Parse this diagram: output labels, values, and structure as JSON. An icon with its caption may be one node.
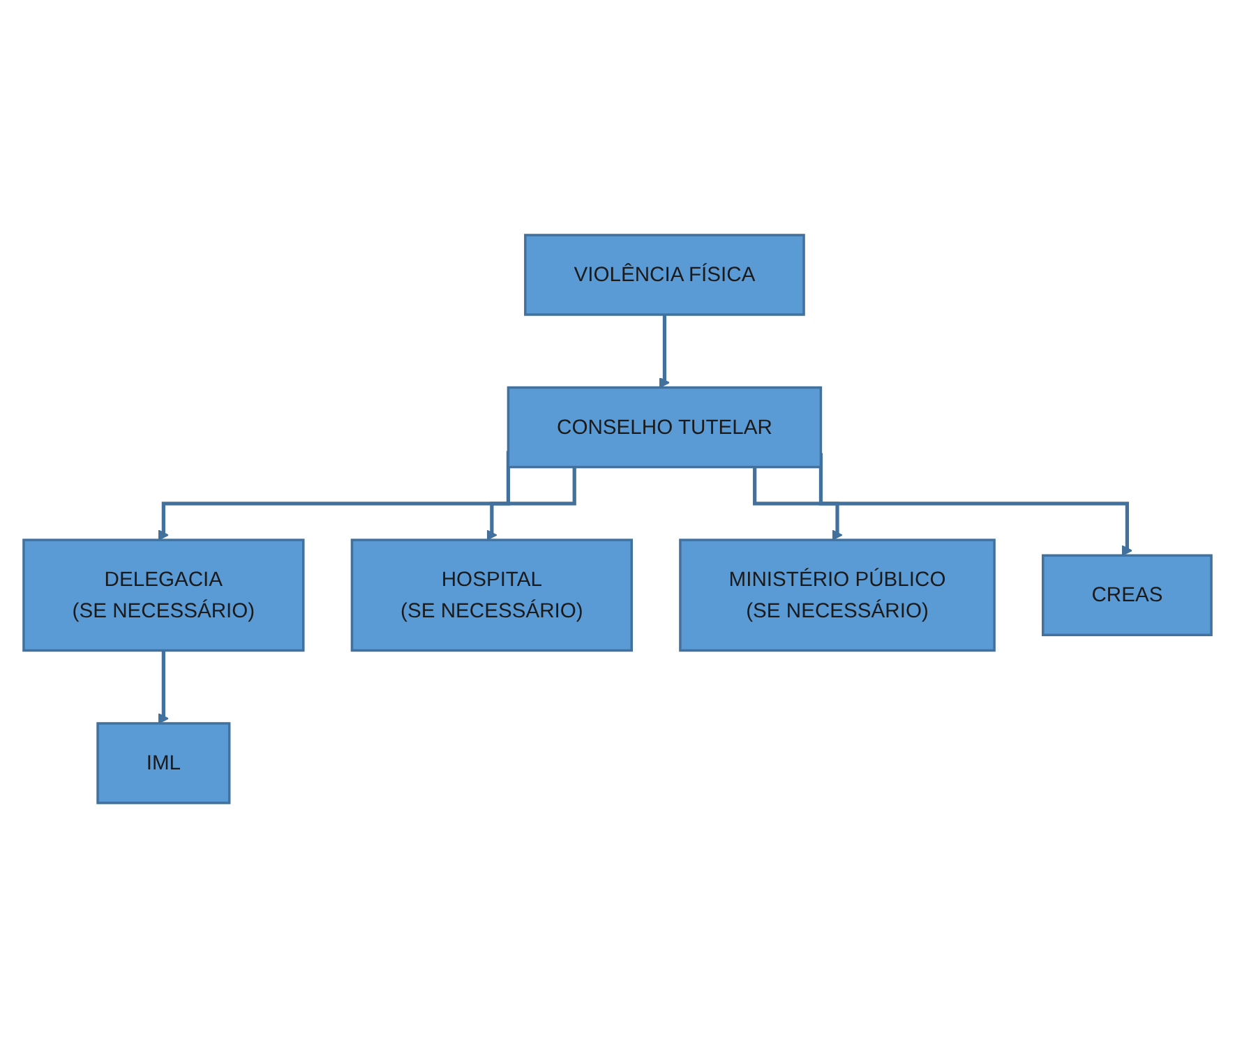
{
  "diagram": {
    "nodes": [
      {
        "text": [
          "VIOLÊNCIA FÍSICA"
        ]
      },
      {
        "text": [
          "CONSELHO TUTELAR"
        ]
      },
      {
        "text": [
          "DELEGACIA",
          "(SE NECESSÁRIO)"
        ]
      },
      {
        "text": [
          "HOSPITAL",
          "(SE NECESSÁRIO)"
        ]
      },
      {
        "text": [
          "MINISTÉRIO PÚBLICO",
          "(SE NECESSÁRIO)"
        ]
      },
      {
        "text": [
          "CREAS"
        ]
      },
      {
        "text": [
          "IML"
        ]
      }
    ],
    "edges": [
      {
        "from": 0,
        "to": 1,
        "arrow": "to"
      },
      {
        "from": 1,
        "to": 2,
        "arrow": "to"
      },
      {
        "from": 1,
        "to": 3,
        "arrow": "to"
      },
      {
        "from": 1,
        "to": 4,
        "arrow": "to"
      },
      {
        "from": 1,
        "to": 5,
        "arrow": "to"
      },
      {
        "from": 2,
        "to": 6,
        "arrow": "to"
      }
    ]
  }
}
